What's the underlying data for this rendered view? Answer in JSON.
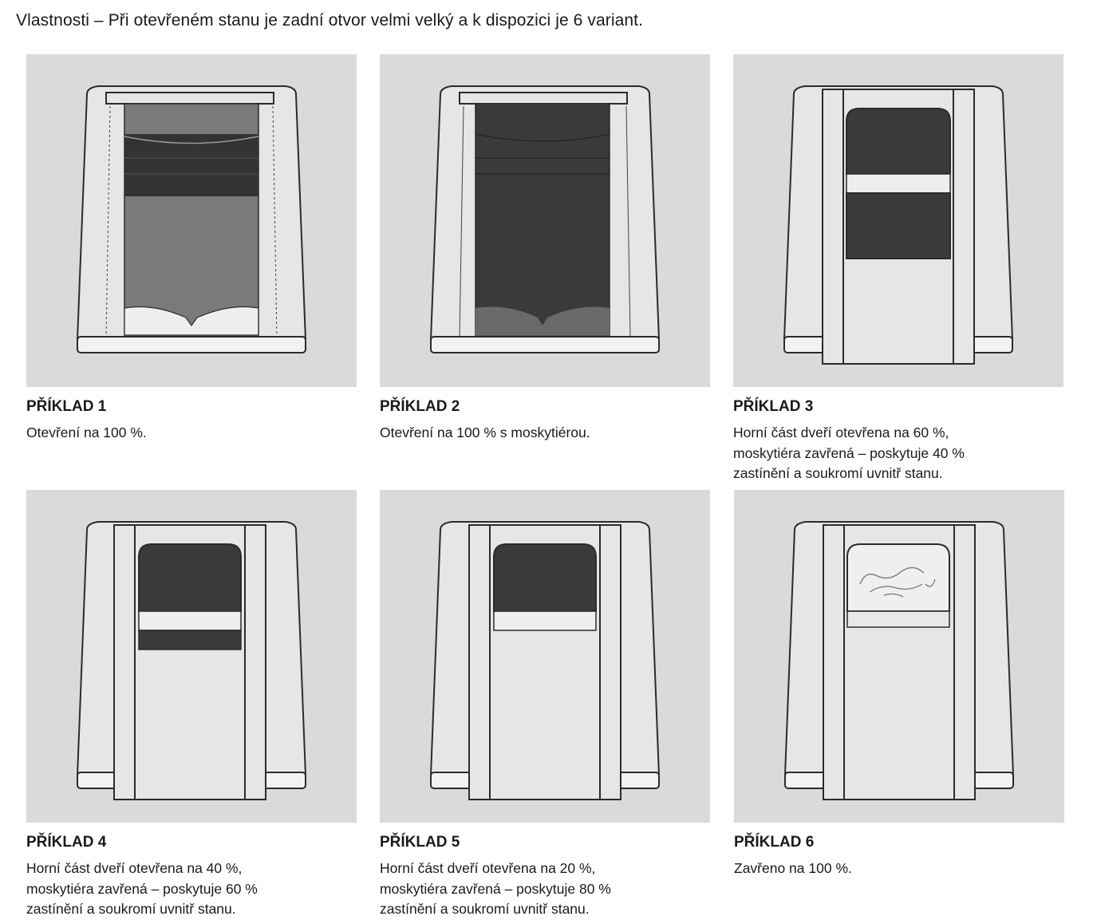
{
  "intro": "Vlastnosti – Při otevřeném stanu je zadní otvor velmi velký a k dispozici je 6 variant.",
  "examples": [
    {
      "title": "PŘÍKLAD 1",
      "description": "Otevření na 100 %."
    },
    {
      "title": "PŘÍKLAD 2",
      "description": "Otevření na 100 % s moskytiérou."
    },
    {
      "title": "PŘÍKLAD 3",
      "description": "Horní část dveří otevřena na 60 %,\nmoskytiéra zavřená – poskytuje 40 %\nzastínění a soukromí uvnitř stanu."
    },
    {
      "title": "PŘÍKLAD 4",
      "description": "Horní část dveří otevřena na 40 %,\nmoskytiéra zavřená – poskytuje 60 %\nzastínění a soukromí uvnitř stanu."
    },
    {
      "title": "PŘÍKLAD 5",
      "description": "Horní část dveří otevřena na 20 %,\nmoskytiéra zavřená – poskytuje 80 %\nzastínění a soukromí uvnitř stanu."
    },
    {
      "title": "PŘÍKLAD 6",
      "description": "Zavřeno na 100 %."
    }
  ],
  "colors": {
    "panel_bg": "#dadada",
    "tent_fill": "#e6e6e6",
    "outline": "#2b2b2b",
    "mesh": "#3a3a3a",
    "opening": "#7a7a7a"
  }
}
